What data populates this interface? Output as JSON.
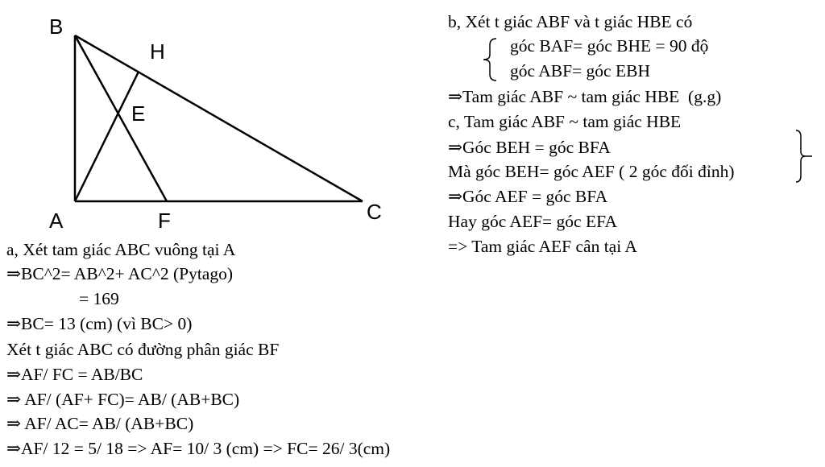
{
  "figure": {
    "labels": {
      "B": "B",
      "H": "H",
      "E": "E",
      "A": "A",
      "F": "F",
      "C": "C"
    }
  },
  "part_a": [
    "a, Xét tam giác ABC vuông tại A",
    "⇒BC^2= AB^2+ AC^2 (Pytago)",
    "= 169",
    "⇒BC= 13 (cm) (vì BC> 0)",
    "Xét t giác ABC có đường phân giác BF",
    "⇒AF/ FC = AB/BC",
    "⇒ AF/ (AF+ FC)= AB/ (AB+BC)",
    "⇒ AF/ AC= AB/ (AB+BC)",
    "⇒AF/ 12 = 5/ 18 => AF= 10/ 3 (cm) => FC= 26/ 3(cm)"
  ],
  "part_b": [
    "b, Xét t giác ABF và t giác HBE có",
    "góc BAF= góc BHE = 90 độ",
    "góc ABF= góc EBH",
    "⇒Tam giác ABF ~ tam giác HBE  (g.g)"
  ],
  "part_c": [
    "c, Tam giác ABF ~ tam giác HBE",
    "⇒Góc BEH = góc BFA",
    "Mà góc BEH= góc AEF ( 2 góc đối đỉnh)",
    "⇒Góc AEF = góc BFA",
    "Hay góc AEF= góc EFA",
    "=> Tam giác AEF cân tại A"
  ]
}
